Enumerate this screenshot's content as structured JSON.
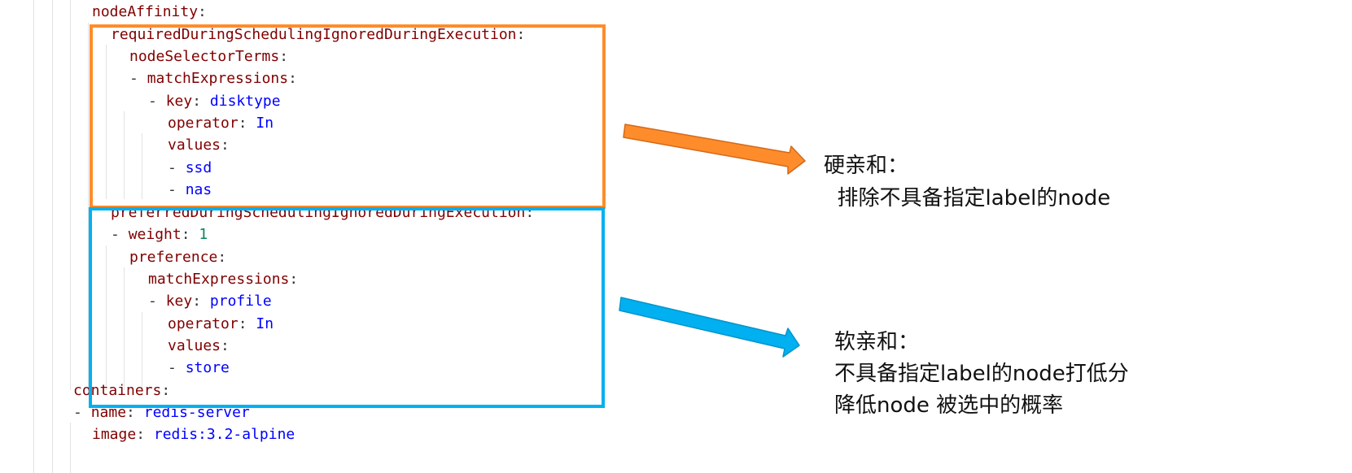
{
  "code": [
    {
      "dash": "",
      "key": "nodeAffinity",
      "sep": ":",
      "value": "",
      "value_type": ""
    },
    {
      "dash": "",
      "key": "requiredDuringSchedulingIgnoredDuringExecution",
      "sep": ":",
      "value": "",
      "value_type": ""
    },
    {
      "dash": "",
      "key": "nodeSelectorTerms",
      "sep": ":",
      "value": "",
      "value_type": ""
    },
    {
      "dash": "- ",
      "key": "matchExpressions",
      "sep": ":",
      "value": "",
      "value_type": ""
    },
    {
      "dash": "- ",
      "key": "key",
      "sep": ": ",
      "value": "disktype",
      "value_type": "string"
    },
    {
      "dash": "",
      "key": "operator",
      "sep": ": ",
      "value": "In",
      "value_type": "string"
    },
    {
      "dash": "",
      "key": "values",
      "sep": ":",
      "value": "",
      "value_type": ""
    },
    {
      "dash": "- ",
      "key": "",
      "sep": "",
      "value": "ssd",
      "value_type": "string"
    },
    {
      "dash": "- ",
      "key": "",
      "sep": "",
      "value": "nas",
      "value_type": "string"
    },
    {
      "dash": "",
      "key": "preferredDuringSchedulingIgnoredDuringExecution",
      "sep": ":",
      "value": "",
      "value_type": ""
    },
    {
      "dash": "- ",
      "key": "weight",
      "sep": ": ",
      "value": "1",
      "value_type": "number"
    },
    {
      "dash": "",
      "key": "preference",
      "sep": ":",
      "value": "",
      "value_type": ""
    },
    {
      "dash": "",
      "key": "matchExpressions",
      "sep": ":",
      "value": "",
      "value_type": ""
    },
    {
      "dash": "- ",
      "key": "key",
      "sep": ": ",
      "value": "profile",
      "value_type": "string"
    },
    {
      "dash": "",
      "key": "operator",
      "sep": ": ",
      "value": "In",
      "value_type": "string"
    },
    {
      "dash": "",
      "key": "values",
      "sep": ":",
      "value": "",
      "value_type": ""
    },
    {
      "dash": "- ",
      "key": "",
      "sep": "",
      "value": "store",
      "value_type": "string"
    },
    {
      "dash": "",
      "key": "containers",
      "sep": ":",
      "value": "",
      "value_type": ""
    },
    {
      "dash": "- ",
      "key": "name",
      "sep": ": ",
      "value": "redis-server",
      "value_type": "string"
    },
    {
      "dash": "",
      "key": "image",
      "sep": ": ",
      "value": "redis:3.2-alpine",
      "value_type": "string"
    }
  ],
  "annotations": {
    "hard": {
      "line1": "硬亲和：",
      "line2": "  排除不具备指定label的node",
      "color": "#ff8c2a"
    },
    "soft": {
      "line1": "软亲和：",
      "line2": "不具备指定label的node打低分",
      "line3": "降低node 被选中的概率",
      "color": "#00b0f0"
    }
  },
  "syntax_colors": {
    "key": "#800000",
    "punctuation": "#333333",
    "string": "#0000ff",
    "number": "#098658"
  }
}
